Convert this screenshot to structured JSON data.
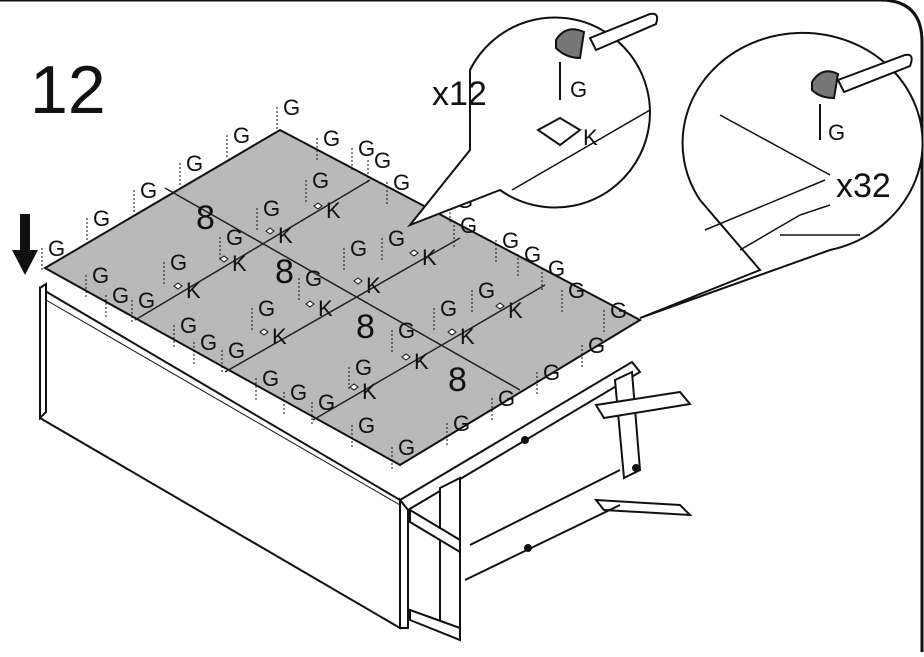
{
  "step_number": "12",
  "callouts": {
    "top": {
      "quantity": "x12",
      "nail": "G",
      "plate": "K"
    },
    "right": {
      "quantity": "x32",
      "nail": "G"
    }
  },
  "panel_numbers": [
    "8",
    "8",
    "8",
    "8"
  ],
  "part_labels": {
    "nail": "G",
    "plate": "K"
  },
  "direction_arrow": "down-arrow-icon"
}
